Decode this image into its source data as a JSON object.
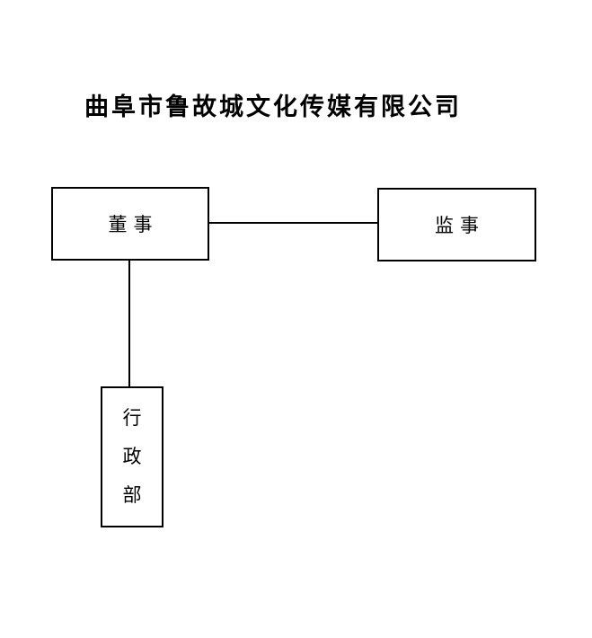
{
  "page": {
    "background_color": "#ffffff",
    "text_color": "#000000",
    "line_color": "#000000"
  },
  "title": {
    "text": "曲阜市鲁故城文化传媒有限公司"
  },
  "org_chart": {
    "type": "org-diagram",
    "nodes": [
      {
        "id": "director",
        "label": "董事",
        "orientation": "horizontal"
      },
      {
        "id": "supervisor",
        "label": "监事",
        "orientation": "horizontal"
      },
      {
        "id": "admin-department",
        "label": "行政部",
        "orientation": "vertical",
        "chars": [
          "行",
          "政",
          "部"
        ]
      }
    ],
    "edges": [
      {
        "from": "director",
        "to": "supervisor",
        "style": "horizontal-line"
      },
      {
        "from": "director",
        "to": "admin-department",
        "style": "vertical-line"
      }
    ]
  }
}
